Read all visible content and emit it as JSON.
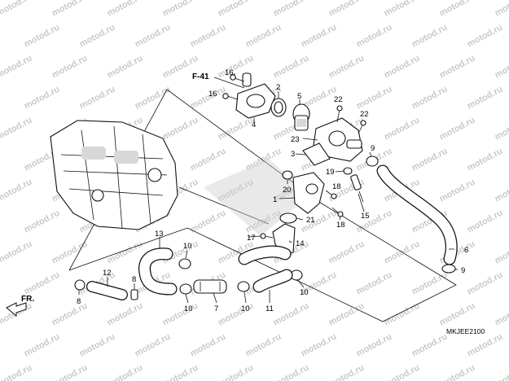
{
  "watermark": "motod.ru",
  "diagram_code": "MKJEE2100",
  "reference": "F-41",
  "front_label": "FR.",
  "callouts": [
    "16",
    "16",
    "4",
    "2",
    "5",
    "22",
    "22",
    "23",
    "3",
    "9",
    "19",
    "20",
    "18",
    "1",
    "21",
    "18",
    "15",
    "17",
    "14",
    "13",
    "10",
    "6",
    "9",
    "12",
    "8",
    "10",
    "7",
    "10",
    "11",
    "10"
  ]
}
